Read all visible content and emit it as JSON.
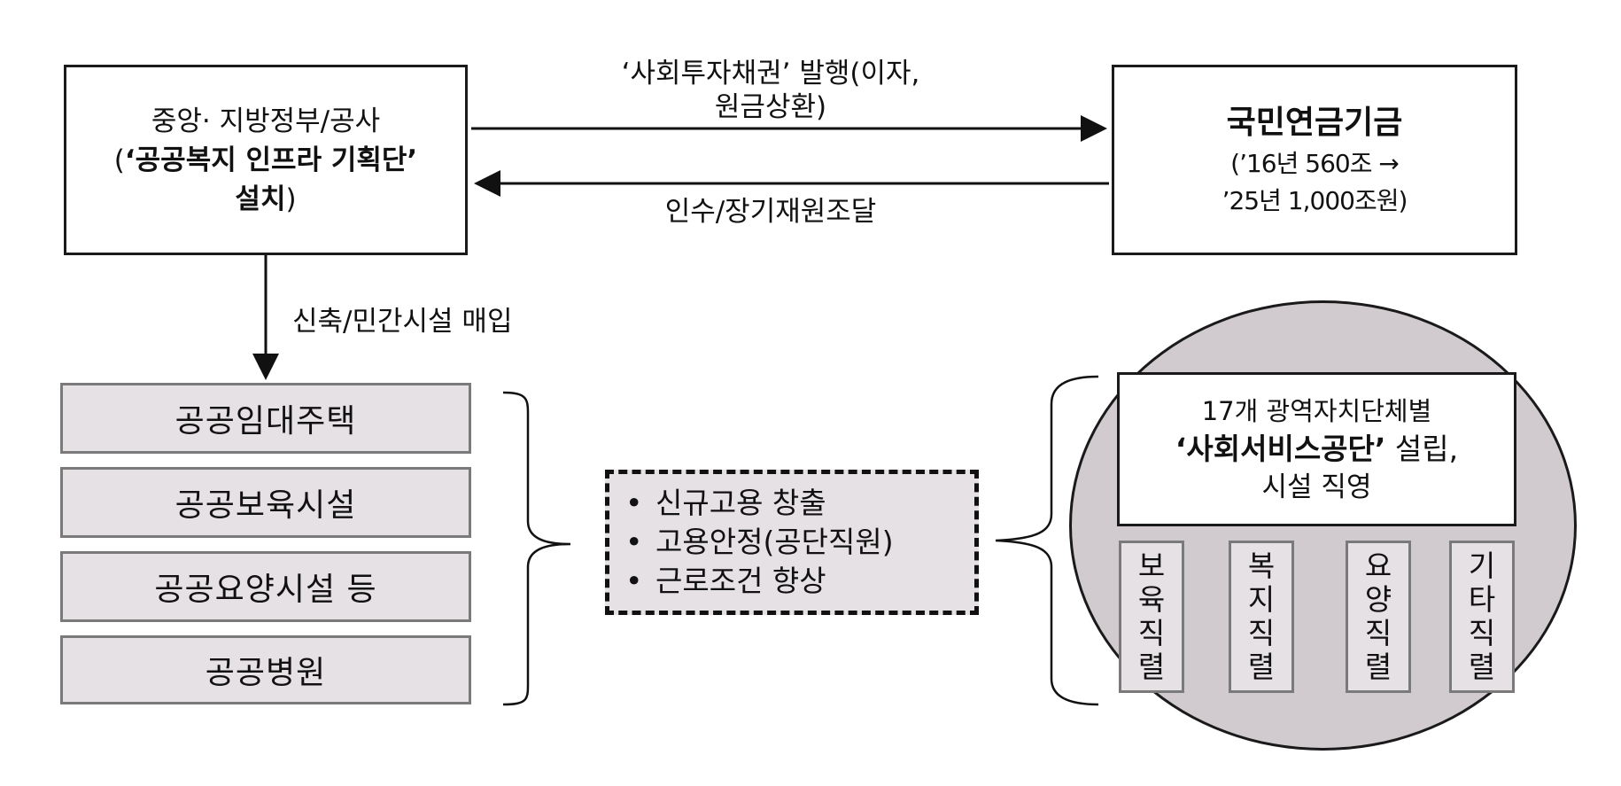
{
  "government_box": {
    "line1": "중앙·  지방정부/공사",
    "line2_open": "(",
    "line2_bold": "‘공공복지 인프라 기획단’",
    "line3_bold": "설치",
    "line3_close": ")"
  },
  "fund_box": {
    "title": "국민연금기금",
    "line2": "(’16년 560조 →",
    "line3": "’25년 1,000조원)"
  },
  "arrows": {
    "issue_label_line1": "‘사회투자채권’ 발행(이자,",
    "issue_label_line2": "원금상환)",
    "acquire_label": "인수/장기재원조달",
    "build_label": "신축/민간시설 매입"
  },
  "facilities": [
    {
      "label": "공공임대주택"
    },
    {
      "label": "공공보육시설"
    },
    {
      "label": "공공요양시설 등"
    },
    {
      "label": "공공병원"
    }
  ],
  "effects": [
    {
      "bullet": "•",
      "text": "신규고용 창출"
    },
    {
      "bullet": "•",
      "text": "고용안정(공단직원)"
    },
    {
      "bullet": "•",
      "text": "근로조건 향상"
    }
  ],
  "agency": {
    "line1": "17개 광역자치단체별",
    "line2_bold": "‘사회서비스공단’",
    "line2_rest": " 설립,",
    "line3": "시설 직영"
  },
  "job_types": [
    {
      "label": "보육직렬"
    },
    {
      "label": "복지직렬"
    },
    {
      "label": "요양직렬"
    },
    {
      "label": "기타직렬"
    }
  ]
}
